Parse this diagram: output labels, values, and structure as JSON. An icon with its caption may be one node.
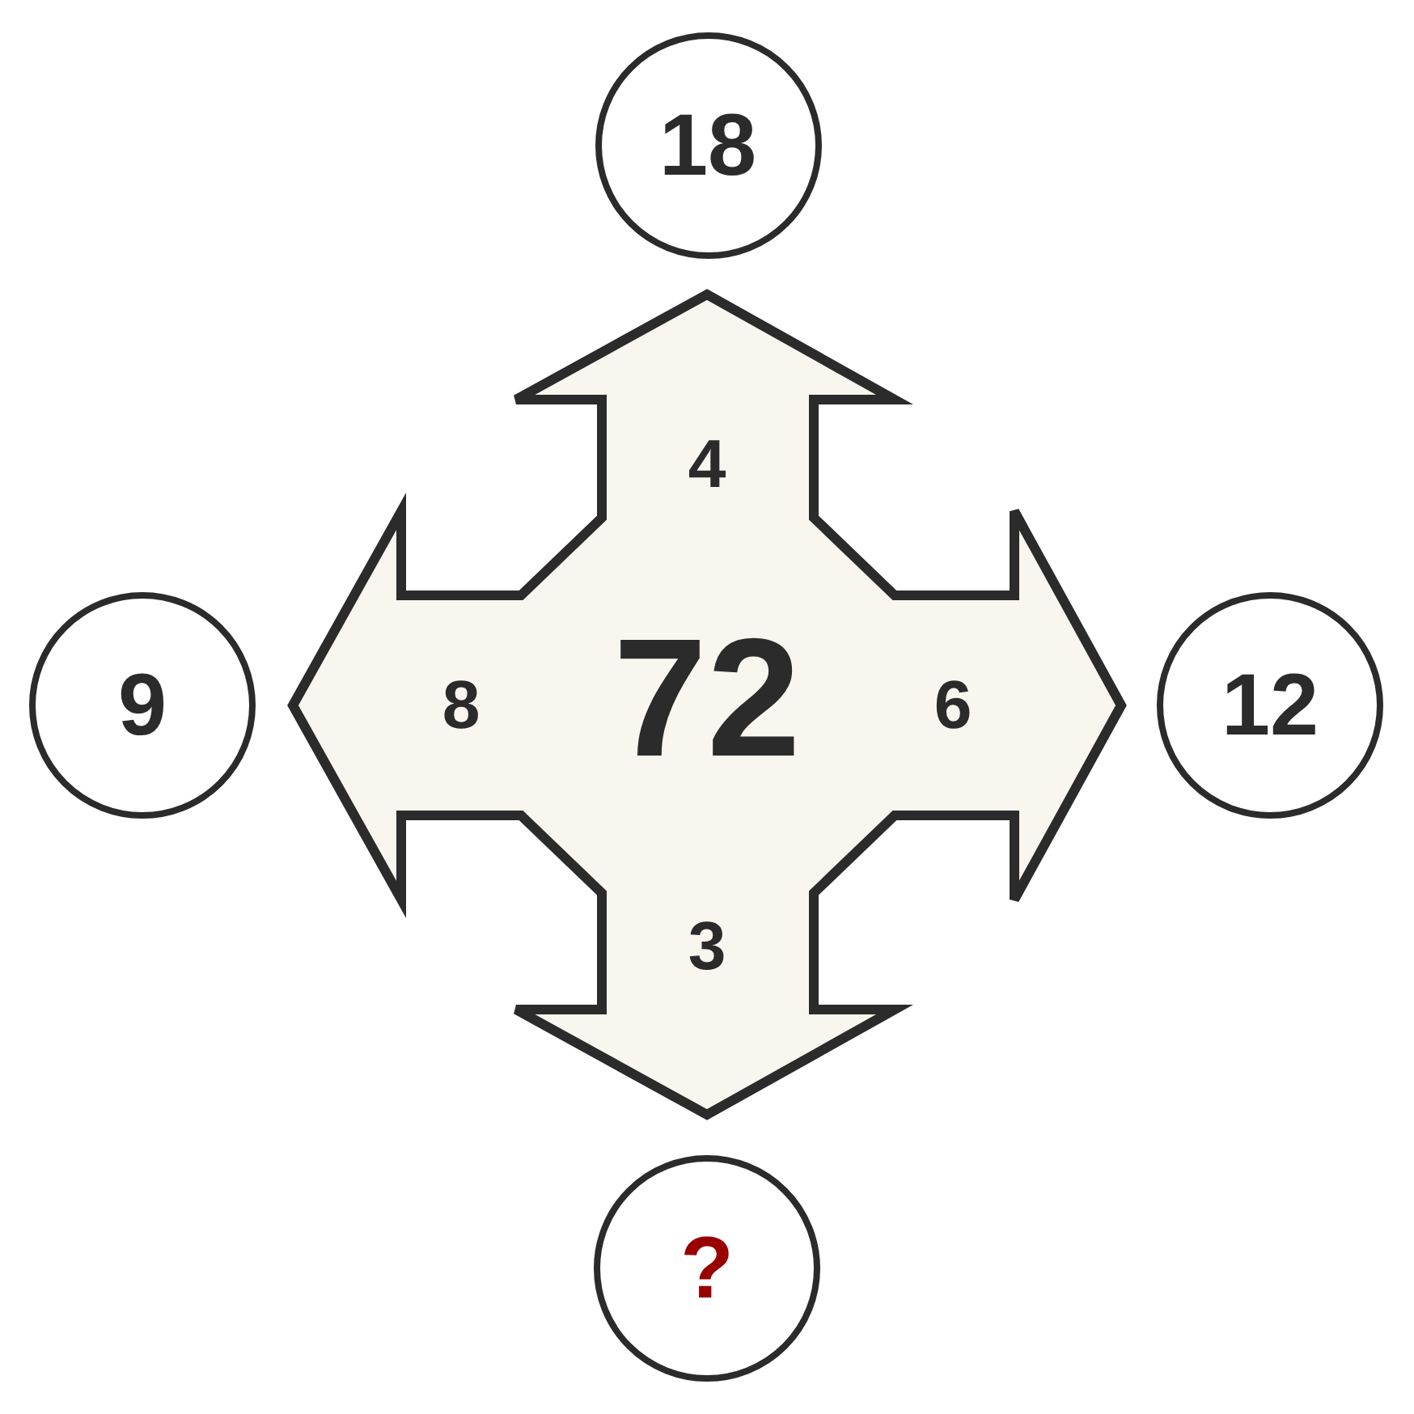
{
  "diagram": {
    "nodes": [
      {
        "text": [
          "18"
        ]
      },
      {
        "text": [
          "9"
        ]
      },
      {
        "text": [
          "4",
          "8",
          "72",
          "6",
          "3"
        ]
      },
      {
        "text": [
          "12"
        ]
      },
      {
        "text": [
          "?"
        ]
      }
    ]
  }
}
